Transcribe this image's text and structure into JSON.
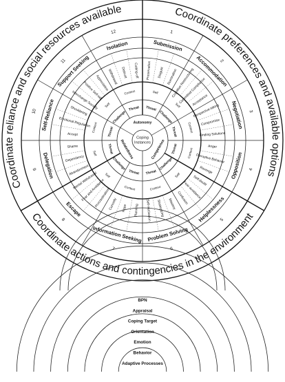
{
  "outer_labels": [
    "Coordinate preferences and available options",
    "Coordinate actions and contingencies in the environment",
    "Coordinate reliance and social resources available"
  ],
  "families": [
    {
      "num": "1",
      "name": "Submission",
      "subs": [
        "Preservation",
        "Disgust",
        "Rumination"
      ]
    },
    {
      "num": "2",
      "name": "Accommodation",
      "subs": [
        "Cognitive Restructuring",
        "Committed Compliance",
        "Acceptance"
      ]
    },
    {
      "num": "3",
      "name": "Negotiation",
      "subs": [
        "Perspective-taking",
        "Compromise",
        "Finding Solutions"
      ]
    },
    {
      "num": "4",
      "name": "Opposition",
      "subs": [
        "Anger",
        "Disruptive Behavior",
        "Revenge"
      ]
    },
    {
      "num": "5",
      "name": "Helplessness",
      "subs": [
        "Self-doubt",
        "Fear-avoidance",
        "Confusion"
      ]
    },
    {
      "num": "6",
      "name": "Problem Solving",
      "subs": [
        "Mastery",
        "Strategizing",
        "Self-motivation"
      ]
    },
    {
      "num": "7",
      "name": "Information Seeking",
      "subs": [
        "Planning",
        "Hope",
        "Curiosity"
      ]
    },
    {
      "num": "8",
      "name": "Escape",
      "subs": [
        "Procrastination",
        "Fear and Avoidance",
        "Mental Withdrawal"
      ]
    },
    {
      "num": "9",
      "name": "Delegation",
      "subs": [
        "Abandonment",
        "Dependency",
        "Shame"
      ]
    },
    {
      "num": "10",
      "name": "Self-Reliance",
      "subs": [
        "Accept",
        "Emotional Regulation",
        "Shouldering"
      ]
    },
    {
      "num": "11",
      "name": "Support Seeking",
      "subs": [
        "Interchange Socially",
        "Positive Self-talk",
        "Appreciation"
      ]
    },
    {
      "num": "12",
      "name": "Isolation",
      "subs": [
        "Withdrawal",
        "Distrust",
        "Cutting-off"
      ]
    }
  ],
  "mid_ring": [
    "Self",
    "Self",
    "Context",
    "Context",
    "Self",
    "Context",
    "Context",
    "Self",
    "Self",
    "Context",
    "Self",
    "Context"
  ],
  "inner_ring": [
    "Threat",
    "Challenge",
    "Threat",
    "Threat",
    "Challenge",
    "Threat",
    "Threat",
    "Challenge",
    "Threat",
    "Threat",
    "Challenge",
    "Threat"
  ],
  "bpn": [
    "Autonomy",
    "Competence",
    "Relatedness"
  ],
  "center": {
    "line1": "Coping",
    "line2": "Instances"
  },
  "legend_levels": [
    "BPN",
    "Appraisal",
    "Coping Target",
    "Orientation",
    "Emotion",
    "Behavior",
    "Adaptive Processes"
  ]
}
